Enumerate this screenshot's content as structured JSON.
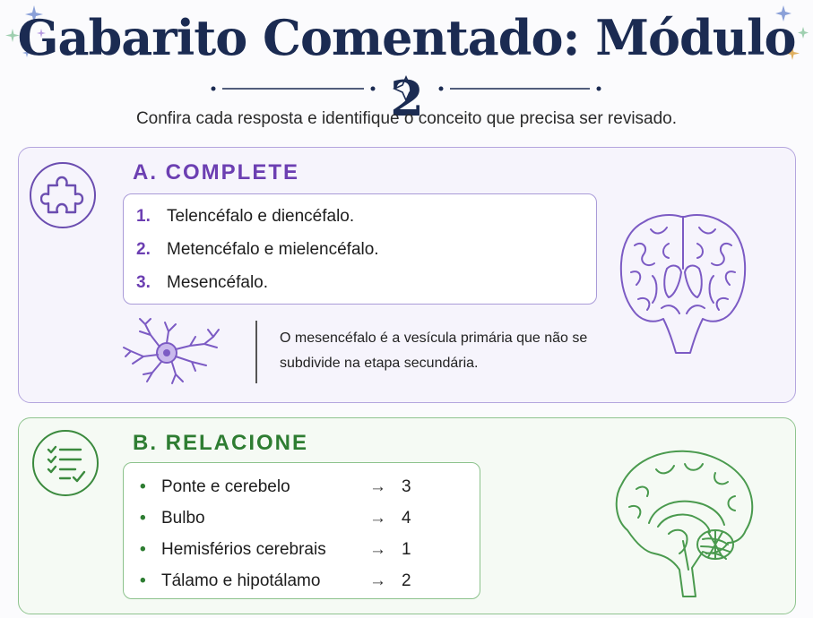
{
  "header": {
    "title": "Gabarito Comentado: Módulo 2",
    "subtitle": "Confira cada resposta e identifique o conceito que precisa ser revisado."
  },
  "section_a": {
    "heading": "A. COMPLETE",
    "icon": "puzzle-icon",
    "items": [
      {
        "num": "1.",
        "text": "Telencéfalo e diencéfalo."
      },
      {
        "num": "2.",
        "text": "Metencéfalo e mielencéfalo."
      },
      {
        "num": "3.",
        "text": "Mesencéfalo."
      }
    ],
    "note": "O mesencéfalo é a vesícula primária que não se subdivide na etapa secundária.",
    "decor": [
      "neuron-illustration",
      "brain-coronal-illustration"
    ],
    "accent": "#6c3fb2"
  },
  "section_b": {
    "heading": "B. RELACIONE",
    "icon": "checklist-icon",
    "items": [
      {
        "bullet": "•",
        "term": "Ponte e cerebelo",
        "arrow": "→",
        "answer": "3"
      },
      {
        "bullet": "•",
        "term": "Bulbo",
        "arrow": "→",
        "answer": "4"
      },
      {
        "bullet": "•",
        "term": "Hemisférios cerebrais",
        "arrow": "→",
        "answer": "1"
      },
      {
        "bullet": "•",
        "term": "Tálamo e hipotálamo",
        "arrow": "→",
        "answer": "2"
      }
    ],
    "decor": [
      "brain-sagittal-illustration"
    ],
    "accent": "#2e7d32"
  }
}
